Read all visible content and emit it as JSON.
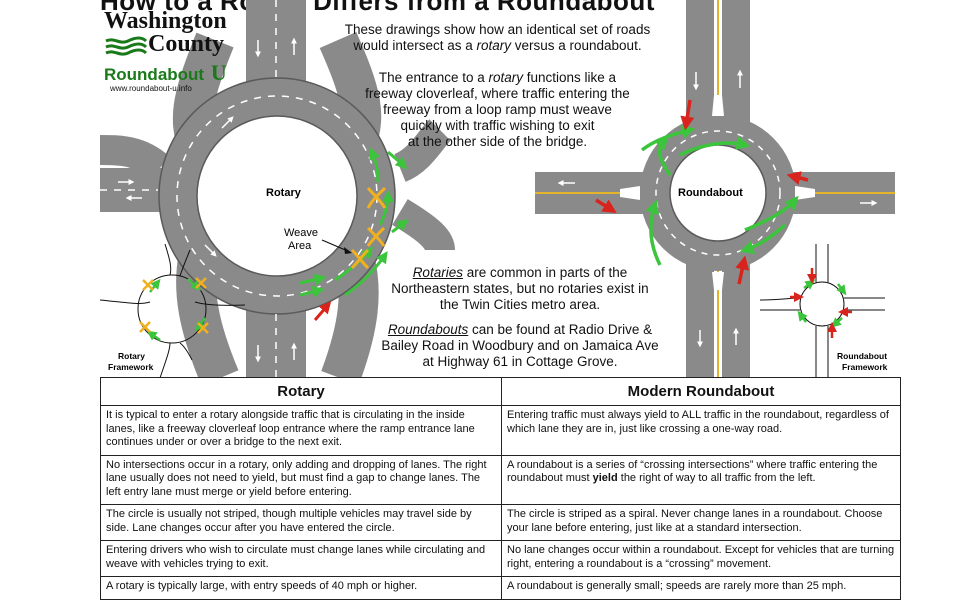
{
  "header": {
    "cut_title": "How to a Rotary Differs from a Roundabout"
  },
  "logo": {
    "line1": "Washington",
    "line2": "County",
    "brand": "Roundabout",
    "brand_u": "U",
    "url": "www.roundabout-u.info"
  },
  "intro": {
    "line1": "These drawings show how an identical set of roads",
    "line2_pre": "would intersect as a ",
    "line2_rotary": "rotary",
    "line2_mid": " versus a roundabout."
  },
  "entrance": {
    "l1_pre": "The entrance to a ",
    "l1_rotary": "rotary",
    "l1_post": " functions like a",
    "l2": "freeway cloverleaf, where traffic entering the",
    "l3": "freeway from a loop ramp must weave",
    "l4": "quickly with traffic wishing to exit",
    "l5": "at the other side of the bridge."
  },
  "rotaries_note": {
    "term": "Rotaries",
    "l1_post": " are common in parts of the",
    "l2": "Northeastern states, but no rotaries exist in",
    "l3": "the Twin Cities metro area."
  },
  "roundabouts_note": {
    "term": "Roundabouts",
    "l1_post": " can be found at Radio Drive &",
    "l2": "Bailey Road in Woodbury and on Jamaica Ave",
    "l3": "at Highway 61 in Cottage Grove."
  },
  "diagram": {
    "rotary_label": "Rotary",
    "weave_line1": "Weave",
    "weave_line2": "Area",
    "roundabout_label": "Roundabout",
    "rotary_framework_1": "Rotary",
    "rotary_framework_2": "Framework",
    "roundabout_framework_1": "Roundabout",
    "roundabout_framework_2": "Framework"
  },
  "table": {
    "col1": "Rotary",
    "col2": "Modern Roundabout",
    "rows": [
      {
        "rotary": "It is typical to enter a rotary alongside traffic that is circulating in the inside lanes, like a freeway cloverleaf loop entrance where the ramp entrance lane continues under or over a bridge to the next exit.",
        "roundabout": "Entering traffic must always yield to ALL traffic in the roundabout, regardless of which lane they are in, just like crossing a one-way road."
      },
      {
        "rotary": "No intersections occur in a rotary, only adding and dropping of lanes. The right lane usually does not need to yield, but must find a gap to change lanes.  The left entry lane must merge or yield before entering.",
        "roundabout_pre": "A roundabout is a series of “crossing intersections” where traffic entering the roundabout must ",
        "roundabout_bold": "yield",
        "roundabout_post": " the right of way to all traffic from the left."
      },
      {
        "rotary": "The circle is usually not striped, though multiple vehicles may travel side by side.  Lane changes occur after you have entered the circle.",
        "roundabout": "The circle is striped as a spiral.  Never change lanes in a roundabout. Choose your lane before entering, just like at a standard intersection."
      },
      {
        "rotary": "Entering drivers who wish to circulate must change lanes while circulating and weave with vehicles trying to exit.",
        "roundabout": "No lane changes occur within a roundabout.  Except for vehicles that are turning right, entering a roundabout is a “crossing” movement."
      },
      {
        "rotary": "A rotary is typically large, with entry speeds of 40 mph or higher.",
        "roundabout": "A roundabout is generally small; speeds are rarely more than 25 mph."
      }
    ]
  },
  "colors": {
    "road": "#8a8a8a",
    "road_edge": "#5a5a5a",
    "center_line": "#e3b32a",
    "green_arrow": "#3cc43c",
    "red_arrow": "#d8241c",
    "weave_orange": "#f0b020",
    "brand_green": "#1a7a1a"
  }
}
